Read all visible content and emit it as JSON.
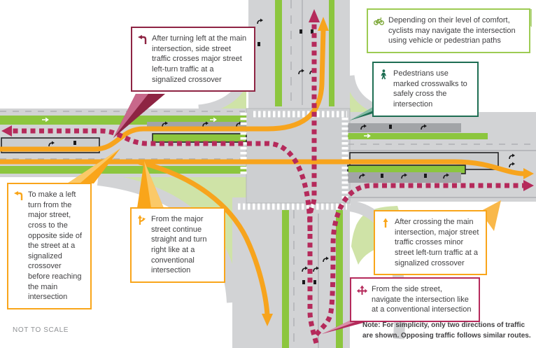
{
  "title": "Displaced left-turn intersection traffic diagram",
  "colors": {
    "route_major": "#F7A41D",
    "route_side": "#B52A5B",
    "callout_maroon": "#8E2443",
    "callout_pink": "#B52A5B",
    "callout_yellow": "#F9A51A",
    "callout_light_green": "#9DCB53",
    "callout_dark_green": "#1E6E53",
    "bike_lane_green": "#8CC63E",
    "landscape_green": "#CFE3A7",
    "road_gray": "#D2D3D5",
    "text_dark": "#414042"
  },
  "callouts": [
    {
      "id": "side-street-crossover",
      "icon": "left-turn-arrow-icon",
      "text": "After turning left at the main intersection, side street traffic crosses major street left-turn traffic at a signalized crossover"
    },
    {
      "id": "cyclists",
      "icon": "bicycle-icon",
      "text": "Depending on their level of comfort, cyclists may navigate the intersection using vehicle or pedestrian paths"
    },
    {
      "id": "pedestrians",
      "icon": "pedestrian-icon",
      "text": "Pedestrians use marked crosswalks to safely cross the intersection"
    },
    {
      "id": "major-left-turn",
      "icon": "left-turn-arrow-icon",
      "text": "To make a left turn from the major street, cross to the opposite side of the street at a signalized crossover before reaching the main intersection"
    },
    {
      "id": "major-straight-right",
      "icon": "straight-or-right-arrow-icon",
      "text": "From the major street continue straight and turn right like at a conventional intersection"
    },
    {
      "id": "major-crossover",
      "icon": "up-arrow-icon",
      "text": "After crossing the main intersection, major street traffic crosses minor street left-turn traffic at a signalized crossover"
    },
    {
      "id": "side-street",
      "icon": "three-way-arrow-icon",
      "text": "From the side street, navigate the intersection like at a conventional intersection"
    }
  ],
  "note": "Note: For simplicity, only two directions of traffic are shown. Opposing traffic follows similar routes.",
  "scale_label": "NOT TO SCALE"
}
